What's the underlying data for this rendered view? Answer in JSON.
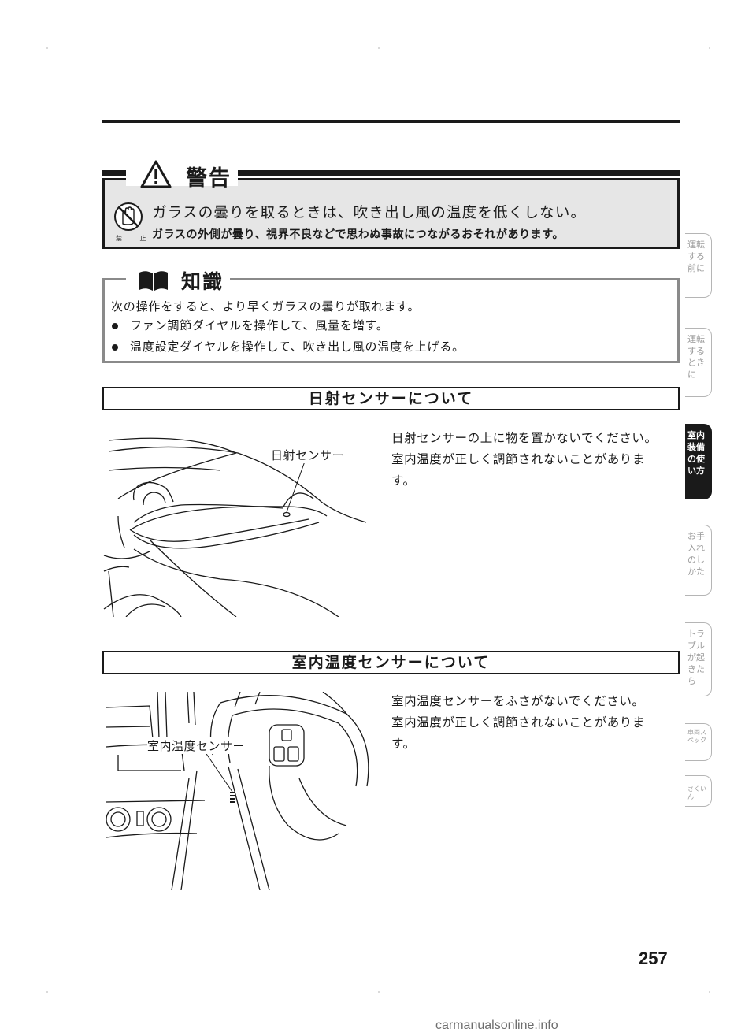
{
  "warning": {
    "title": "警告",
    "main": "ガラスの曇りを取るときは、吹き出し風の温度を低くしない。",
    "sub": "ガラスの外側が曇り、視界不良などで思わぬ事故につながるおそれがあります。",
    "prohibit_label": "禁 止"
  },
  "knowledge": {
    "title": "知識",
    "intro": "次の操作をすると、より早くガラスの曇りが取れます。",
    "bullets": [
      "ファン調節ダイヤルを操作して、風量を増す。",
      "温度設定ダイヤルを操作して、吹き出し風の温度を上げる。"
    ]
  },
  "solar": {
    "heading": "日射センサーについて",
    "callout": "日射センサー",
    "lines": [
      "日射センサーの上に物を置かないでください。",
      "室内温度が正しく調節されないことがありま",
      "す。"
    ]
  },
  "cabin": {
    "heading": "室内温度センサーについて",
    "callout": "室内温度センサー",
    "lines": [
      "室内温度センサーをふさがないでください。",
      "室内温度が正しく調節されないことがありま",
      "す。"
    ]
  },
  "side_tabs": [
    {
      "label": "運転する前に",
      "active": false
    },
    {
      "label": "運転するときに",
      "active": false
    },
    {
      "label": "室内装備の使い方",
      "active": true
    },
    {
      "label": "お手入れのしかた",
      "active": false
    },
    {
      "label": "トラブルが起きたら",
      "active": false
    },
    {
      "label": "車両スペック",
      "active": false
    },
    {
      "label": "さくいん",
      "active": false
    }
  ],
  "page_number": "257",
  "watermark": "carmanualsonline.info"
}
